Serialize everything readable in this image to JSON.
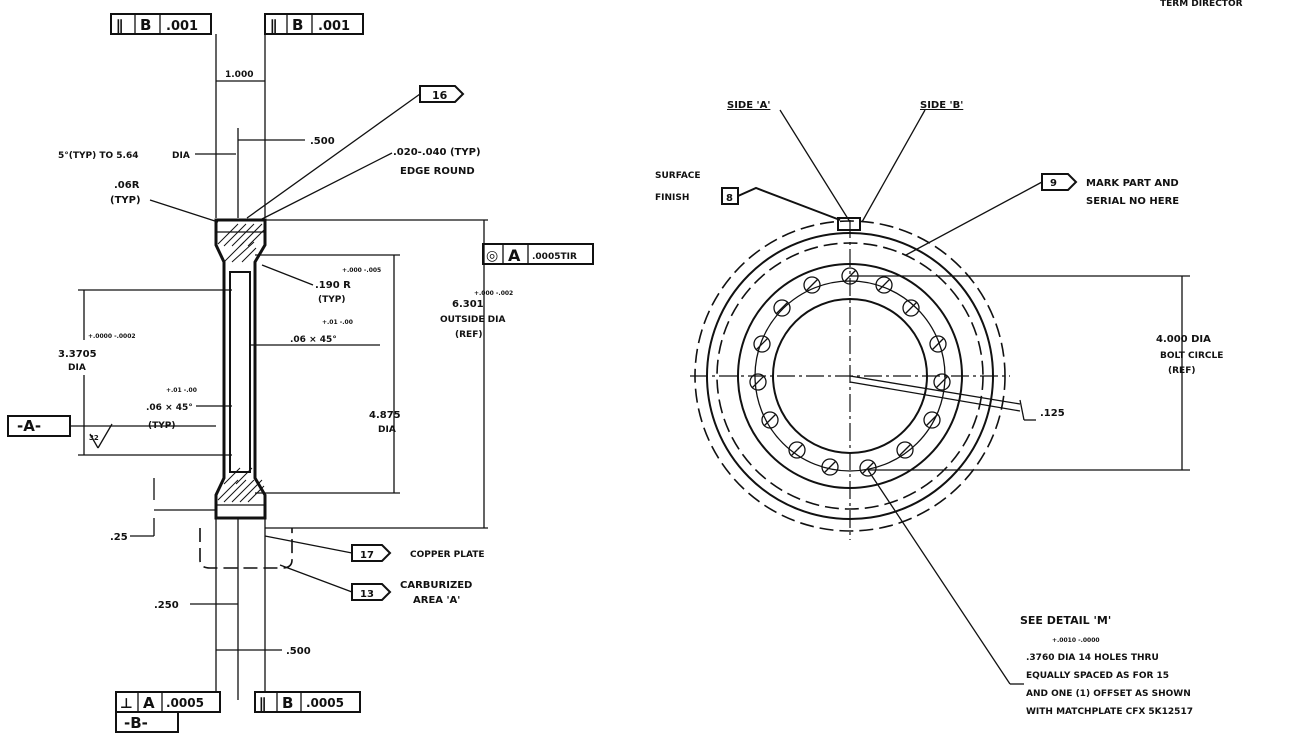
{
  "header": {
    "corner_text": "TERM DIRECTOR"
  },
  "left_view": {
    "fcf_top_left": {
      "symbol": "∥",
      "datum": "B",
      "tol": ".001"
    },
    "fcf_top_right": {
      "symbol": "∥",
      "datum": "B",
      "tol": ".001"
    },
    "dim_thickness": "1.000",
    "dim_top_500": ".500",
    "note_draft": "5°(TYP) TO 5.64",
    "note_draft_dia": "DIA",
    "flag_16": "16",
    "note_edge_1": ".020-.040 (TYP)",
    "note_edge_2": "EDGE ROUND",
    "note_06r_1": ".06R",
    "note_06r_2": "(TYP)",
    "fcf_right": {
      "symbol": "◎",
      "datum": "A",
      "tol": ".0005TIR"
    },
    "note_190_tol": "+.000 -.005",
    "note_190_1": ".190 R",
    "note_190_2": "(TYP)",
    "note_chamfer_tol": "+.01 -.00",
    "note_chamfer": ".06 × 45°",
    "dim_od_tol": "+.000 -.002",
    "dim_od_1": "6.301",
    "dim_od_2": "OUTSIDE DIA",
    "dim_od_3": "(REF)",
    "dim_bore_tol": "+.0000 -.0002",
    "dim_bore_1": "3.3705",
    "dim_bore_2": "DIA",
    "note_chamfer2_tol": "+.01 -.00",
    "note_chamfer2_1": ".06 × 45°",
    "note_chamfer2_2": "(TYP)",
    "datum_a": "-A-",
    "finish_mark": "32",
    "dim_4875_1": "4.875",
    "dim_4875_2": "DIA",
    "dim_25": ".25",
    "flag_17": "17",
    "note_copper": "COPPER PLATE",
    "flag_13": "13",
    "note_carb_1": "CARBURIZED",
    "note_carb_2": "AREA 'A'",
    "dim_250": ".250",
    "dim_bottom_500": ".500",
    "fcf_bottom_left": {
      "symbol": "⊥",
      "datum": "A",
      "tol": ".0005"
    },
    "datum_b": "-B-",
    "fcf_bottom_right": {
      "symbol": "∥",
      "datum": "B",
      "tol": ".0005"
    }
  },
  "right_view": {
    "side_a": "SIDE 'A'",
    "side_b": "SIDE 'B'",
    "surface_1": "SURFACE",
    "surface_2": "FINISH",
    "flag_8": "8",
    "flag_9": "9",
    "mark_1": "MARK PART AND",
    "mark_2": "SERIAL NO HERE",
    "dim_bc_1": "4.000 DIA",
    "dim_bc_2": "BOLT CIRCLE",
    "dim_bc_3": "(REF)",
    "dim_125": ".125",
    "note_1": "SEE DETAIL 'M'",
    "note_2_tol": "+.0010 -.0000",
    "note_2": ".3760   DIA 14 HOLES THRU",
    "note_3": "EQUALLY SPACED AS FOR 15",
    "note_4": "AND ONE (1) OFFSET AS SHOWN",
    "note_5": "WITH MATCHPLATE  CFX 5K12517"
  }
}
